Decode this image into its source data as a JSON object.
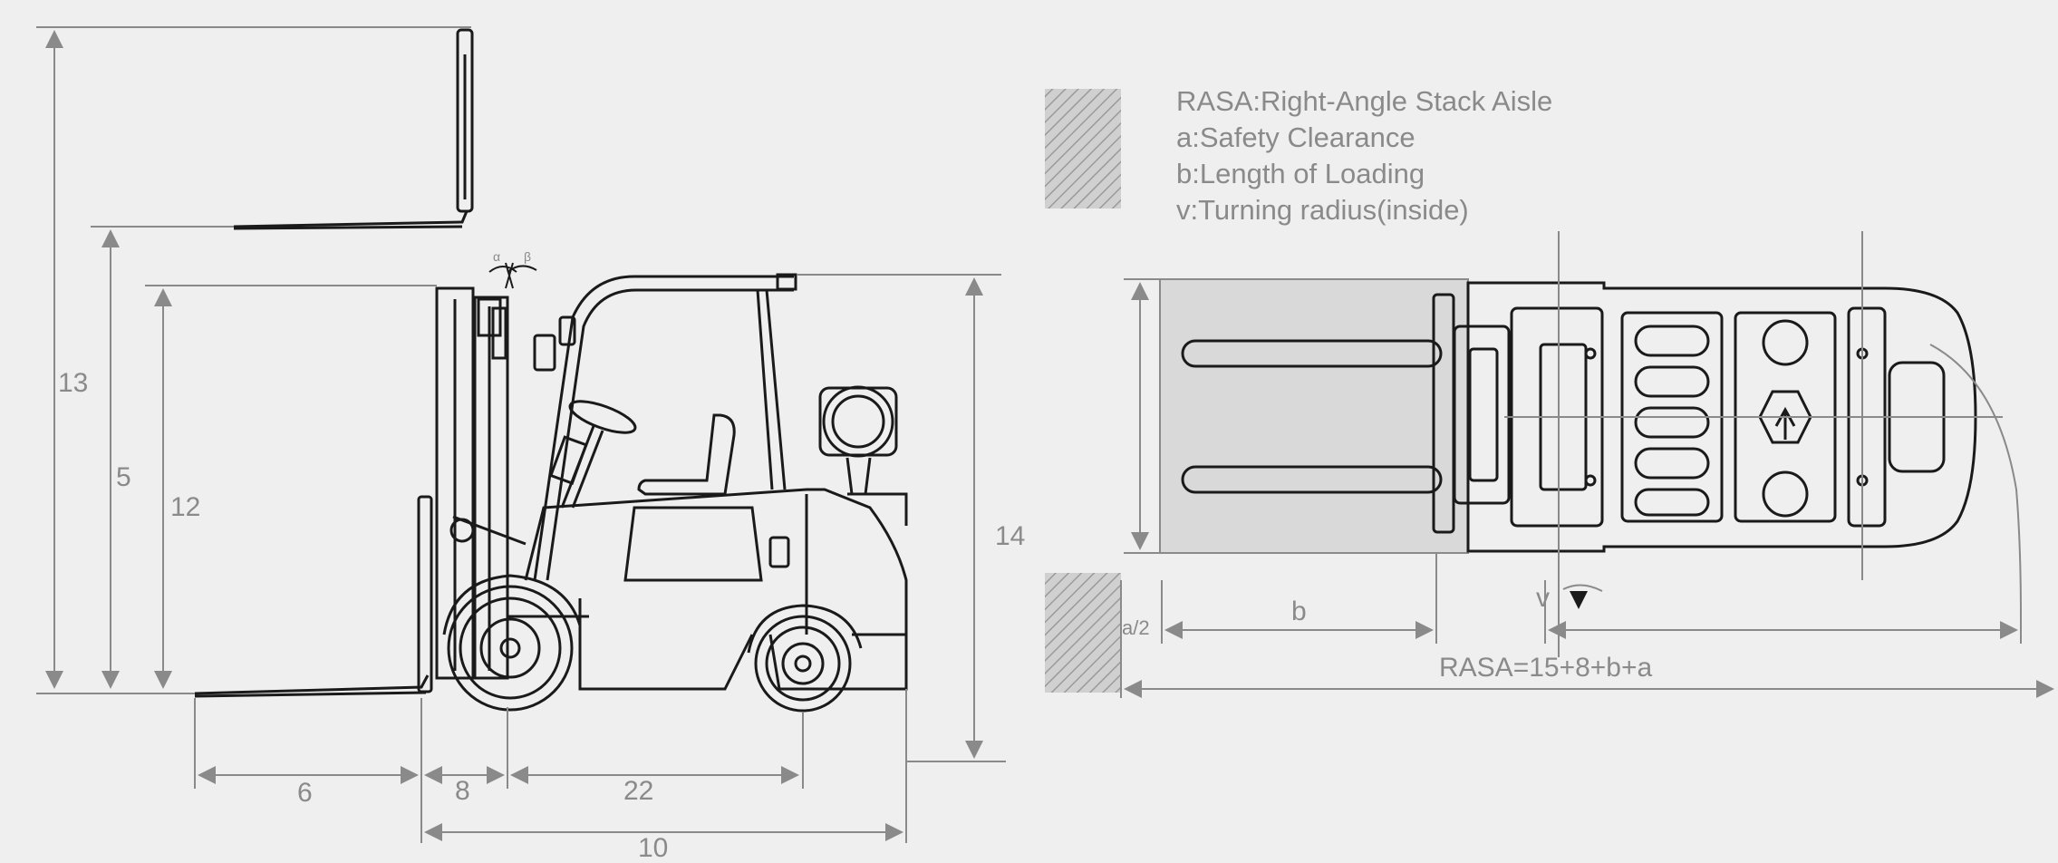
{
  "legend": {
    "rasa": "RASA:Right-Angle Stack Aisle",
    "a": "a:Safety Clearance",
    "b": "b:Length of Loading",
    "v": "v:Turning radius(inside)"
  },
  "dimensions": {
    "d13": "13",
    "d5": "5",
    "d12": "12",
    "d14": "14",
    "d6": "6",
    "d8": "8",
    "d22": "22",
    "d10": "10",
    "a_half": "a/2",
    "b": "b",
    "v": "v",
    "rasa_formula": "RASA=15+8+b+a"
  },
  "tilt_marks": {
    "alpha": "α",
    "beta": "β"
  },
  "colors": {
    "line": "#8a8a8a",
    "drawing": "#1a1a1a",
    "load_area": "#d9d9d9",
    "hatch": "#b0b0b0",
    "background": "#efefef"
  }
}
